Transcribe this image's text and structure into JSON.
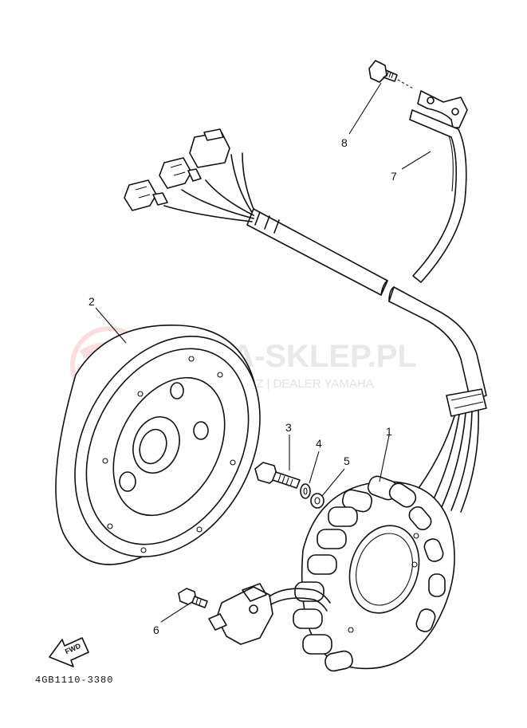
{
  "watermark": {
    "title": "YAMA-SKLEP.PL",
    "subtitle": "OCIECHOWICZ | DEALER YAMAHA",
    "logo_color": "#f3c4c6"
  },
  "diagram_code": "4GB1110-3380",
  "fwd_label": "FWD",
  "callouts": [
    {
      "id": "1",
      "label": "1"
    },
    {
      "id": "2",
      "label": "2"
    },
    {
      "id": "3",
      "label": "3"
    },
    {
      "id": "4",
      "label": "4"
    },
    {
      "id": "5",
      "label": "5"
    },
    {
      "id": "6",
      "label": "6"
    },
    {
      "id": "7",
      "label": "7"
    },
    {
      "id": "8",
      "label": "8"
    }
  ]
}
